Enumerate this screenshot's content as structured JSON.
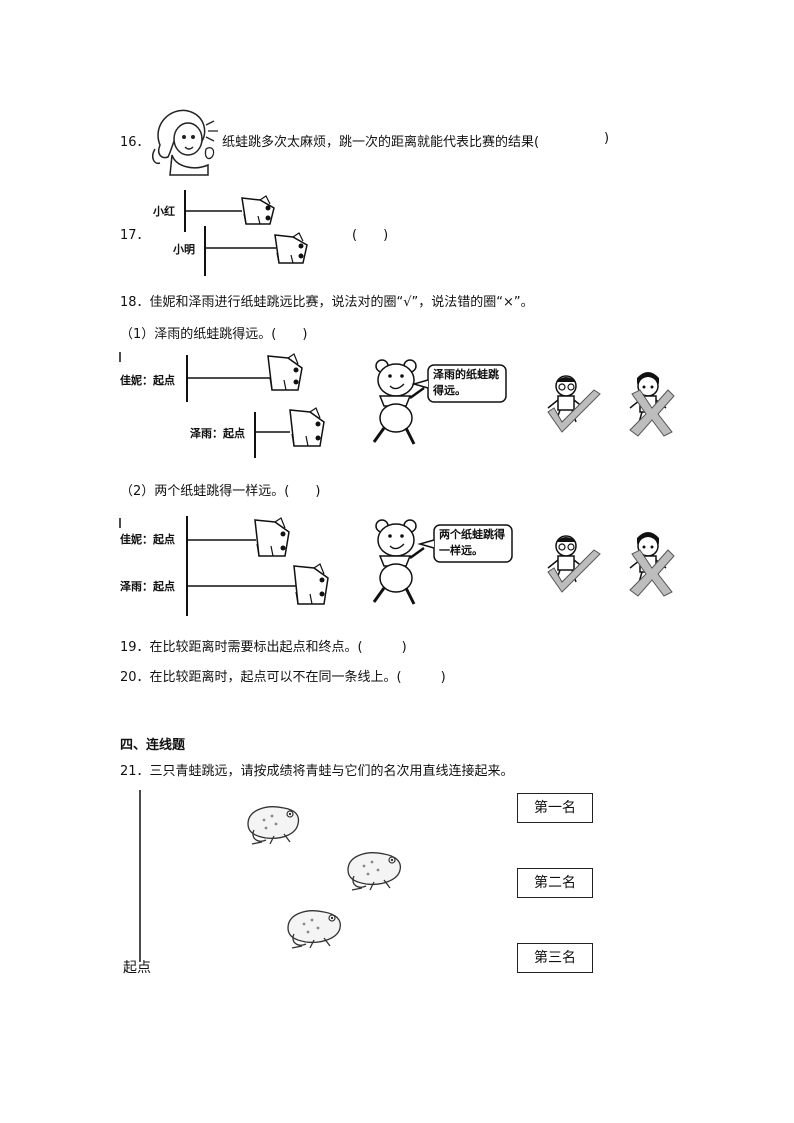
{
  "q16": {
    "number": "16．",
    "text": "纸蛙跳多次太麻烦，跳一次的距离就能代表比赛的结果(",
    "paren_close": ")"
  },
  "q17": {
    "number": "17．",
    "label_a": "小红",
    "label_b": "小明",
    "paren": "(　　)"
  },
  "q18": {
    "stem": "18．佳妮和泽雨进行纸蛙跳远比赛，说法对的圈“√”，说法错的圈“×”。",
    "sub1": {
      "text": "（1）泽雨的纸蛙跳得远。(　　)",
      "row_a": "佳妮：起点",
      "row_b": "泽雨：起点",
      "bubble": "泽雨的纸蛙跳得远。"
    },
    "sub2": {
      "text": "（2）两个纸蛙跳得一样远。(　　)",
      "row_a": "佳妮：起点",
      "row_b": "泽雨：起点",
      "bubble": "两个纸蛙跳得一样远。"
    }
  },
  "q19": {
    "text": "19．在比较距离时需要标出起点和终点。(　　　)"
  },
  "q20": {
    "text": "20．在比较距离时，起点可以不在同一条线上。(　　　)"
  },
  "section4": {
    "heading": "四、连线题"
  },
  "q21": {
    "text": "21．三只青蛙跳远，请按成绩将青蛙与它们的名次用直线连接起来。",
    "start_label": "起点",
    "ranks": [
      "第一名",
      "第二名",
      "第三名"
    ]
  }
}
